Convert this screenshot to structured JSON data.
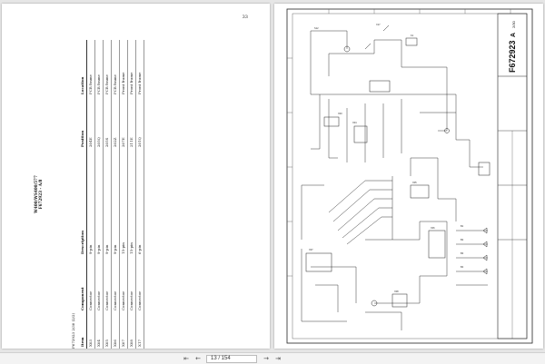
{
  "left_page": {
    "page_number": "33",
    "heading_line1": "W400/WS400/577",
    "heading_line2": "F672923 - A/8",
    "subheading": "F672923 2/30 (2/2)",
    "columns": [
      "Item",
      "Component",
      "Description",
      "Position",
      "Location"
    ],
    "rows": [
      [
        "X03",
        "Connector",
        "9-pin",
        "204E",
        "PCB frame"
      ],
      [
        "X04",
        "Connector",
        "9-pin",
        "205Q",
        "PCB frame"
      ],
      [
        "X05",
        "Connector",
        "9-pin",
        "205S",
        "PCB frame"
      ],
      [
        "X06",
        "Connector",
        "9-pin",
        "202Z",
        "PCB frame"
      ],
      [
        "X07",
        "Connector",
        "15-pin",
        "207E",
        "Front frame"
      ],
      [
        "X08",
        "Connector",
        "15-pin",
        "211E",
        "Front frame"
      ],
      [
        "X17",
        "Connector",
        "6-pin",
        "201Q",
        "Front frame"
      ]
    ]
  },
  "right_page": {
    "drawing_number": "F672923",
    "revision": "A",
    "sheet": "2/30"
  },
  "toolbar": {
    "page_indicator": "13 / 154",
    "first_icon": "first-page-icon",
    "prev_icon": "prev-page-icon",
    "next_icon": "next-page-icon",
    "last_icon": "last-page-icon"
  }
}
